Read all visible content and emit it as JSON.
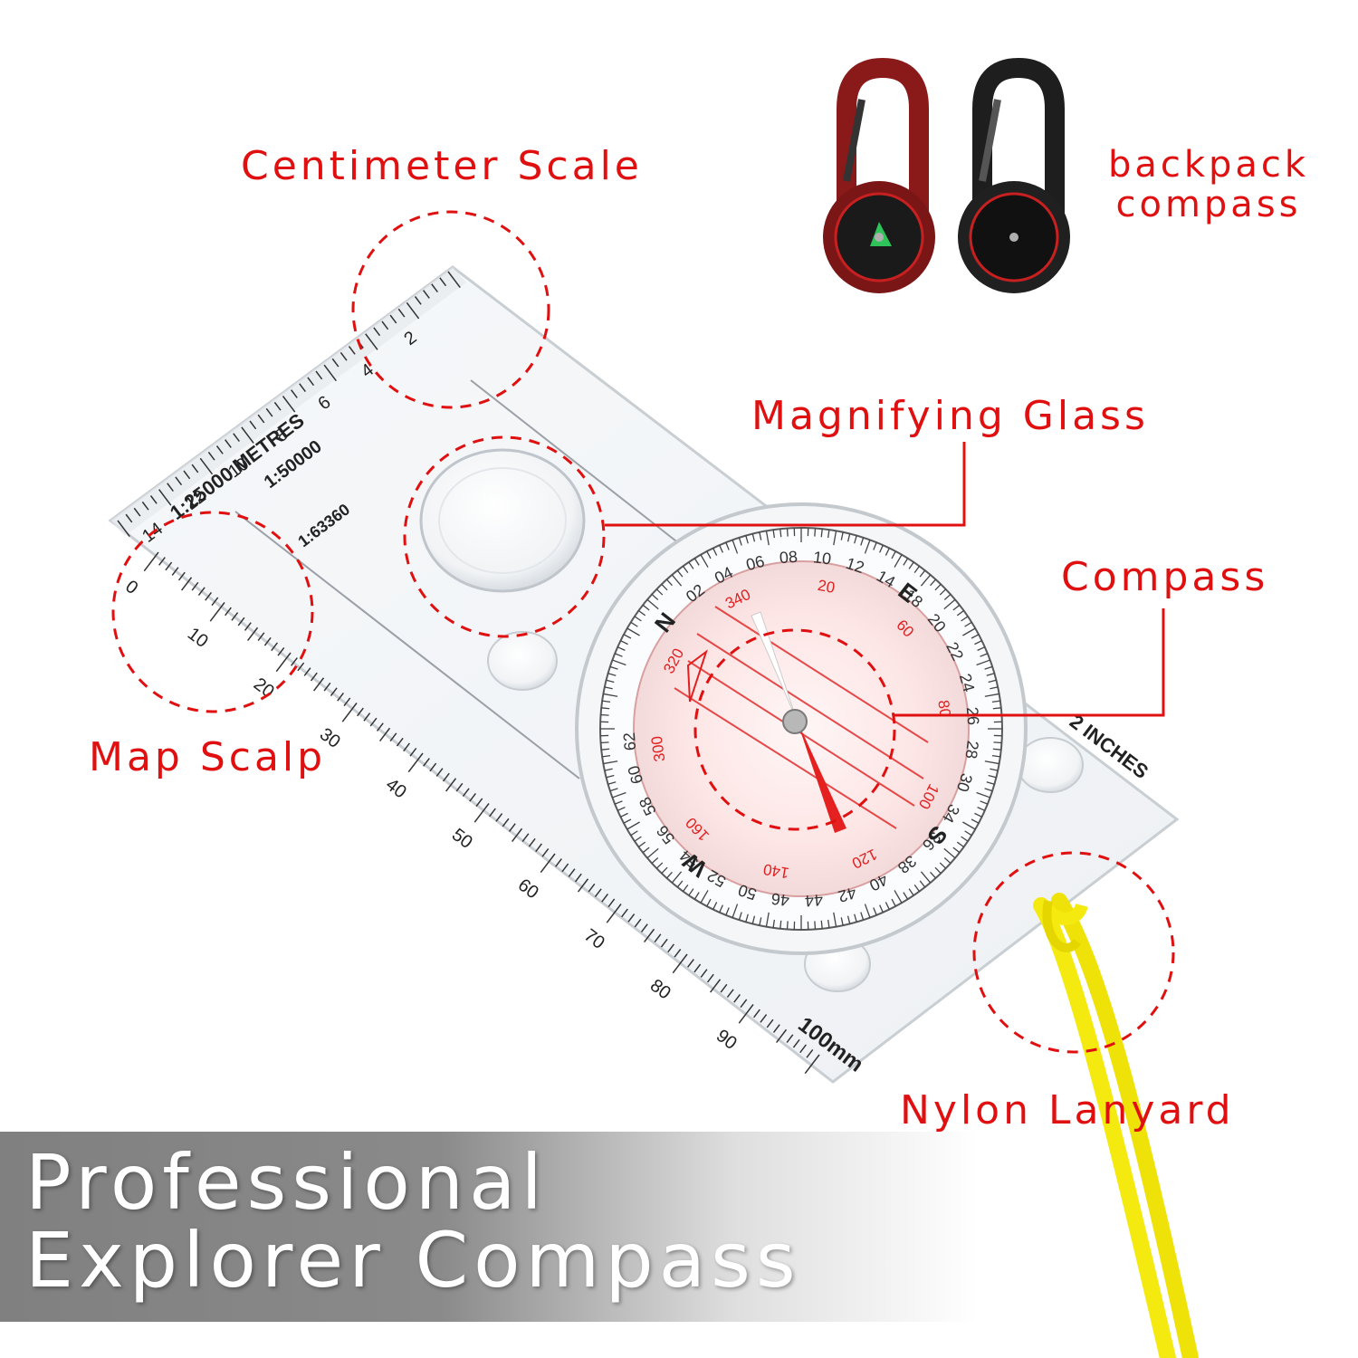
{
  "labels": {
    "centimeter_scale": "Centimeter Scale",
    "magnifying_glass": "Magnifying Glass",
    "compass": "Compass",
    "map_scale": "Map Scalp",
    "nylon_lanyard": "Nylon Lanyard",
    "backpack_line1": "backpack",
    "backpack_line2": "compass"
  },
  "banner": {
    "line1": "Professional",
    "line2": "Explorer Compass"
  },
  "ruler": {
    "scale_25000": "1:25000 METRES",
    "scale_50000": "1:50000",
    "scale_63360": "1:63360",
    "unit_mm": "100mm",
    "inches": "2 INCHES",
    "mm_ticks": [
      "0",
      "10",
      "20",
      "30",
      "40",
      "50",
      "60",
      "70",
      "80",
      "90"
    ],
    "cm_ticks": [
      "2",
      "4",
      "6",
      "8",
      "10",
      "12",
      "14"
    ]
  },
  "bezel": {
    "north": "N",
    "east": "E",
    "south": "S",
    "west": "W",
    "numbers": [
      "02",
      "04",
      "06",
      "08",
      "10",
      "12",
      "14",
      "18",
      "20",
      "22",
      "24",
      "26",
      "28",
      "30",
      "34",
      "36",
      "38",
      "40",
      "42",
      "44",
      "46",
      "50",
      "52",
      "54",
      "56",
      "58",
      "60",
      "62"
    ],
    "inner_numbers": [
      "20",
      "60",
      "80",
      "100",
      "120",
      "140",
      "160",
      "300",
      "320",
      "340"
    ]
  },
  "colors": {
    "accent_red": "#e01010",
    "lanyard_yellow": "#f4ea10",
    "banner_gray": "#808080",
    "carabiner_red": "#8a1a1a",
    "carabiner_black": "#1e1e1e"
  }
}
